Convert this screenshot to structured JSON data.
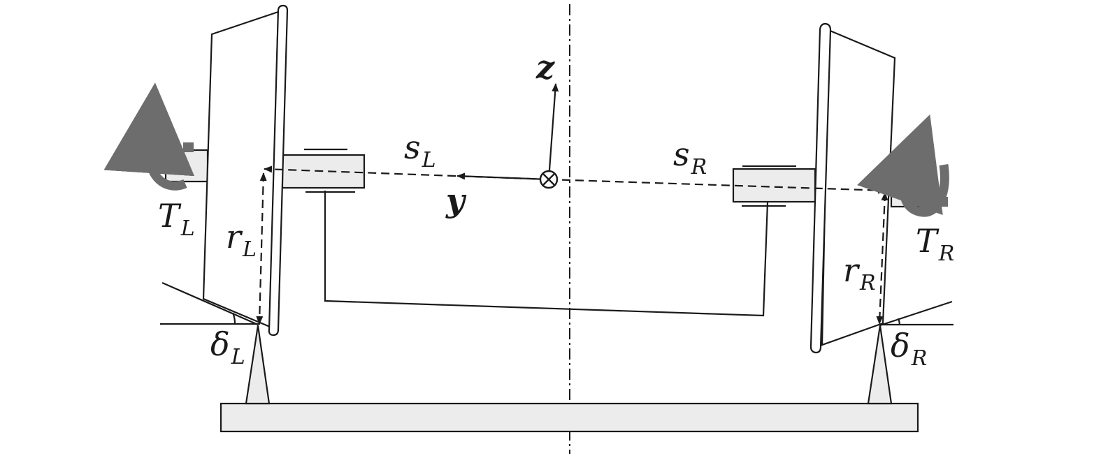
{
  "labels": {
    "axis_z": "z",
    "axis_y": "y",
    "s_left": {
      "base": "s",
      "sub": "L"
    },
    "s_right": {
      "base": "s",
      "sub": "R"
    },
    "r_left": {
      "base": "r",
      "sub": "L"
    },
    "r_right": {
      "base": "r",
      "sub": "R"
    },
    "t_left": {
      "base": "T",
      "sub": "L"
    },
    "t_right": {
      "base": "T",
      "sub": "R"
    },
    "delta_left": {
      "base": "δ",
      "sub": "L"
    },
    "delta_right": {
      "base": "δ",
      "sub": "R"
    }
  },
  "colors": {
    "line": "#1a1a1a",
    "fill": "#ececec",
    "torque_arrow": "#6d6d6d"
  }
}
